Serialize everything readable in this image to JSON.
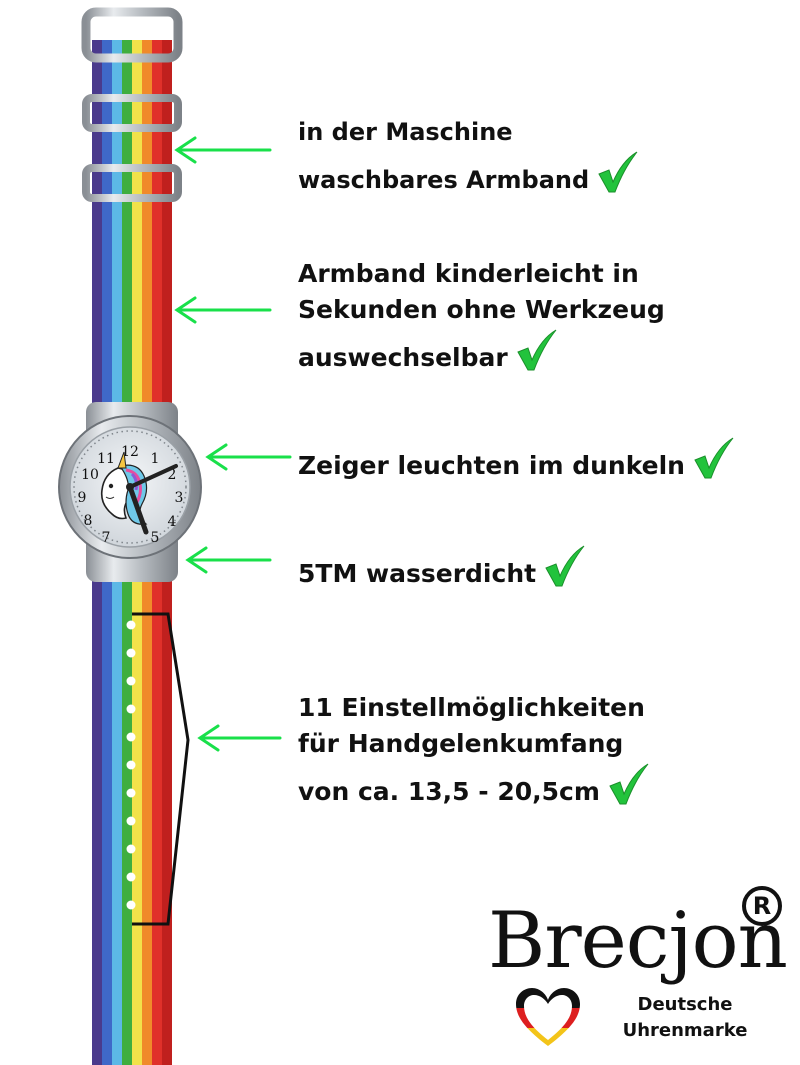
{
  "features": [
    {
      "lines": [
        "in der Maschine",
        "waschbares Armband"
      ]
    },
    {
      "lines": [
        "Armband kinderleicht in",
        "Sekunden ohne Werkzeug",
        "auswechselbar"
      ]
    },
    {
      "lines": [
        "Zeiger leuchten im dunkeln"
      ]
    },
    {
      "lines": [
        "5TM wasserdicht"
      ]
    },
    {
      "lines": [
        "11 Einstellmöglichkeiten",
        "für Handgelenkumfang",
        "von ca. 13,5 - 20,5cm"
      ]
    }
  ],
  "watch_dial_numbers": [
    "12",
    "1",
    "2",
    "3",
    "4",
    "5",
    "7",
    "8",
    "9",
    "10",
    "11"
  ],
  "brand": {
    "name": "Brecjon",
    "registered_mark": "R",
    "tagline_line1": "Deutsche",
    "tagline_line2": "Uhrenmarke"
  },
  "colors": {
    "check_green": "#22c33c",
    "arrow_green": "#19e04a",
    "strap_stripes": [
      "#4a3a8c",
      "#3f68c8",
      "#5cb8e6",
      "#3fae3f",
      "#f2e24a",
      "#f08a2a",
      "#e0302a",
      "#c0201e"
    ],
    "flag_black": "#111111",
    "flag_red": "#dd1f1f",
    "flag_gold": "#f3c419"
  },
  "icons": [
    "check-icon",
    "arrow-left-icon",
    "unicorn-icon",
    "heart-flag-icon"
  ]
}
